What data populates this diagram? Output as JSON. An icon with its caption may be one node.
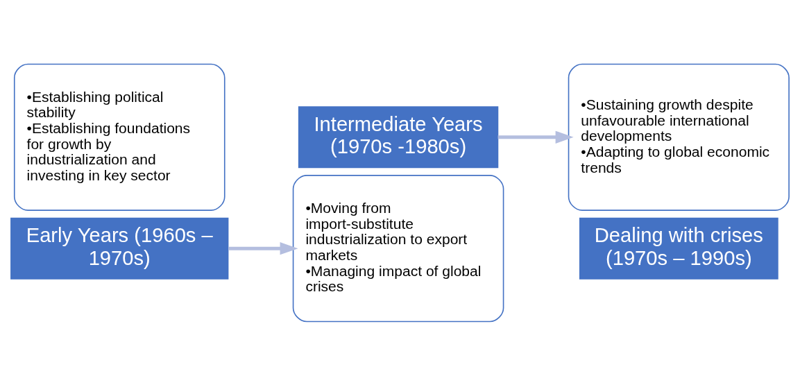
{
  "diagram": {
    "nodes": [
      {
        "text": [
          "•Establishing political stability",
          "•Establishing foundations for growth by industrialization and investing in key sector"
        ]
      },
      {
        "text": [
          "Early Years (1960s – 1970s)"
        ]
      },
      {
        "text": [
          "Intermediate Years (1970s -1980s)"
        ]
      },
      {
        "text": [
          "•Moving from import-substitute industrialization to export markets",
          "•Managing impact of global crises"
        ]
      },
      {
        "text": [
          "•Sustaining growth despite unfavourable international developments",
          "•Adapting to global economic trends"
        ]
      },
      {
        "text": [
          "Dealing with crises (1970s – 1990s)"
        ]
      }
    ],
    "edges": [
      {
        "from": 1,
        "to": 3,
        "arrow": "to"
      },
      {
        "from": 2,
        "to": 4,
        "arrow": "to"
      }
    ]
  }
}
